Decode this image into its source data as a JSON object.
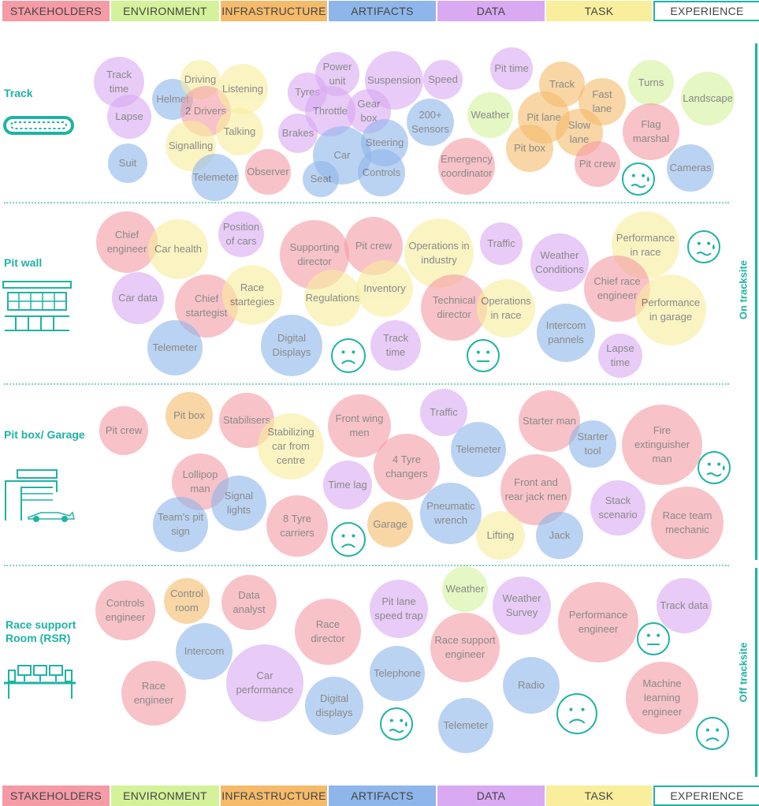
{
  "colors": {
    "stakeholders": "#f59ba6",
    "environment": "#d4f29a",
    "infrastructure": "#f5bb6b",
    "artifacts": "#8fb6ea",
    "data": "#d9a9f2",
    "task": "#f8ee9c",
    "experience": "#1fb3a3"
  },
  "legend": [
    {
      "key": "stakeholders",
      "label": "STAKEHOLDERS"
    },
    {
      "key": "environment",
      "label": "ENVIRONMENT"
    },
    {
      "key": "infrastructure",
      "label": "INFRASTRUCTURE"
    },
    {
      "key": "artifacts",
      "label": "ARTIFACTS"
    },
    {
      "key": "data",
      "label": "DATA"
    },
    {
      "key": "task",
      "label": "TASK"
    },
    {
      "key": "experience",
      "label": "EXPERIENCE"
    }
  ],
  "lanes": [
    {
      "title": "Track",
      "icon": "track-icon"
    },
    {
      "title": "Pit wall",
      "icon": "pit-wall-icon"
    },
    {
      "title": "Pit box/ Garage",
      "icon": "garage-icon"
    },
    {
      "title": "Race support Room (RSR)",
      "icon": "control-room-icon"
    }
  ],
  "side_labels": {
    "on": "On tracksite",
    "off": "Off tracksite"
  },
  "bubbles": [
    {
      "t": "Track time",
      "c": "data"
    },
    {
      "t": "Lapse",
      "c": "data"
    },
    {
      "t": "Helmet",
      "c": "artifacts"
    },
    {
      "t": "Driving",
      "c": "task"
    },
    {
      "t": "2 Drivers",
      "c": "stakeholders"
    },
    {
      "t": "Listening",
      "c": "task"
    },
    {
      "t": "Talking",
      "c": "task"
    },
    {
      "t": "Signalling",
      "c": "task"
    },
    {
      "t": "Suit",
      "c": "artifacts"
    },
    {
      "t": "Telemeter",
      "c": "artifacts"
    },
    {
      "t": "Observer",
      "c": "stakeholders"
    },
    {
      "t": "Tyres",
      "c": "data"
    },
    {
      "t": "Power unit",
      "c": "data"
    },
    {
      "t": "Throttle",
      "c": "data"
    },
    {
      "t": "Brakes",
      "c": "data"
    },
    {
      "t": "Suspension",
      "c": "data"
    },
    {
      "t": "Gear box",
      "c": "data"
    },
    {
      "t": "Speed",
      "c": "data"
    },
    {
      "t": "200+ Sensors",
      "c": "artifacts"
    },
    {
      "t": "Car",
      "c": "artifacts"
    },
    {
      "t": "Steering",
      "c": "artifacts"
    },
    {
      "t": "Seat",
      "c": "artifacts"
    },
    {
      "t": "Controls",
      "c": "artifacts"
    },
    {
      "t": "Emergency coordinator",
      "c": "stakeholders"
    },
    {
      "t": "Weather",
      "c": "environment"
    },
    {
      "t": "Pit time",
      "c": "data"
    },
    {
      "t": "Track",
      "c": "infrastructure"
    },
    {
      "t": "Pit lane",
      "c": "infrastructure"
    },
    {
      "t": "Fast lane",
      "c": "infrastructure"
    },
    {
      "t": "Slow lane",
      "c": "infrastructure"
    },
    {
      "t": "Pit box",
      "c": "infrastructure"
    },
    {
      "t": "Pit crew",
      "c": "stakeholders"
    },
    {
      "t": "Turns",
      "c": "environment"
    },
    {
      "t": "Flag marshal",
      "c": "stakeholders"
    },
    {
      "t": "Landscape",
      "c": "environment"
    },
    {
      "t": "Cameras",
      "c": "artifacts"
    },
    {
      "t": "Chief engineer",
      "c": "stakeholders"
    },
    {
      "t": "Car health",
      "c": "task"
    },
    {
      "t": "Position of cars",
      "c": "data"
    },
    {
      "t": "Supporting director",
      "c": "stakeholders"
    },
    {
      "t": "Pit crew",
      "c": "stakeholders"
    },
    {
      "t": "Operations in industry",
      "c": "task"
    },
    {
      "t": "Traffic",
      "c": "data"
    },
    {
      "t": "Weather Conditions",
      "c": "data"
    },
    {
      "t": "Performance in race",
      "c": "task"
    },
    {
      "t": "Car data",
      "c": "data"
    },
    {
      "t": "Chief startegist",
      "c": "stakeholders"
    },
    {
      "t": "Race startegies",
      "c": "task"
    },
    {
      "t": "Regulations",
      "c": "task"
    },
    {
      "t": "Inventory",
      "c": "task"
    },
    {
      "t": "Technical director",
      "c": "stakeholders"
    },
    {
      "t": "Operations in race",
      "c": "task"
    },
    {
      "t": "Chief race engineer",
      "c": "stakeholders"
    },
    {
      "t": "Performance in garage",
      "c": "task"
    },
    {
      "t": "Telemeter",
      "c": "artifacts"
    },
    {
      "t": "Digital Displays",
      "c": "artifacts"
    },
    {
      "t": "Track time",
      "c": "data"
    },
    {
      "t": "Intercom pannels",
      "c": "artifacts"
    },
    {
      "t": "Lapse time",
      "c": "data"
    },
    {
      "t": "Pit crew",
      "c": "stakeholders"
    },
    {
      "t": "Pit box",
      "c": "infrastructure"
    },
    {
      "t": "Stabilisers",
      "c": "stakeholders"
    },
    {
      "t": "Stabilizing car from centre",
      "c": "task"
    },
    {
      "t": "Front wing men",
      "c": "stakeholders"
    },
    {
      "t": "Traffic",
      "c": "data"
    },
    {
      "t": "Starter man",
      "c": "stakeholders"
    },
    {
      "t": "Fire extinguisher man",
      "c": "stakeholders"
    },
    {
      "t": "Lollipop man",
      "c": "stakeholders"
    },
    {
      "t": "Signal lights",
      "c": "artifacts"
    },
    {
      "t": "Time lag",
      "c": "data"
    },
    {
      "t": "4 Tyre changers",
      "c": "stakeholders"
    },
    {
      "t": "Telemeter",
      "c": "artifacts"
    },
    {
      "t": "Starter tool",
      "c": "artifacts"
    },
    {
      "t": "Front and rear jack men",
      "c": "stakeholders"
    },
    {
      "t": "Team's pit sign",
      "c": "artifacts"
    },
    {
      "t": "8 Tyre carriers",
      "c": "stakeholders"
    },
    {
      "t": "Garage",
      "c": "infrastructure"
    },
    {
      "t": "Pneumatic wrench",
      "c": "artifacts"
    },
    {
      "t": "Lifting",
      "c": "task"
    },
    {
      "t": "Jack",
      "c": "artifacts"
    },
    {
      "t": "Stack scenario",
      "c": "data"
    },
    {
      "t": "Race team mechanic",
      "c": "stakeholders"
    },
    {
      "t": "Controls engineer",
      "c": "stakeholders"
    },
    {
      "t": "Control room",
      "c": "infrastructure"
    },
    {
      "t": "Data analyst",
      "c": "stakeholders"
    },
    {
      "t": "Race director",
      "c": "stakeholders"
    },
    {
      "t": "Pit lane speed trap",
      "c": "data"
    },
    {
      "t": "Weather",
      "c": "environment"
    },
    {
      "t": "Weather Survey",
      "c": "data"
    },
    {
      "t": "Performance engineer",
      "c": "stakeholders"
    },
    {
      "t": "Track data",
      "c": "data"
    },
    {
      "t": "Intercom",
      "c": "artifacts"
    },
    {
      "t": "Race support engineer",
      "c": "stakeholders"
    },
    {
      "t": "Race engineer",
      "c": "stakeholders"
    },
    {
      "t": "Car performance",
      "c": "data"
    },
    {
      "t": "Telephone",
      "c": "artifacts"
    },
    {
      "t": "Radio",
      "c": "artifacts"
    },
    {
      "t": "Digital displays",
      "c": "artifacts"
    },
    {
      "t": "Telemeter",
      "c": "artifacts"
    },
    {
      "t": "Machine learning engineer",
      "c": "stakeholders"
    }
  ],
  "faces": [
    {
      "mood": "worried"
    },
    {
      "mood": "worried"
    },
    {
      "mood": "sad"
    },
    {
      "mood": "neutral"
    },
    {
      "mood": "worried"
    },
    {
      "mood": "sad"
    },
    {
      "mood": "neutral"
    },
    {
      "mood": "worried"
    },
    {
      "mood": "sad"
    },
    {
      "mood": "sad"
    }
  ]
}
